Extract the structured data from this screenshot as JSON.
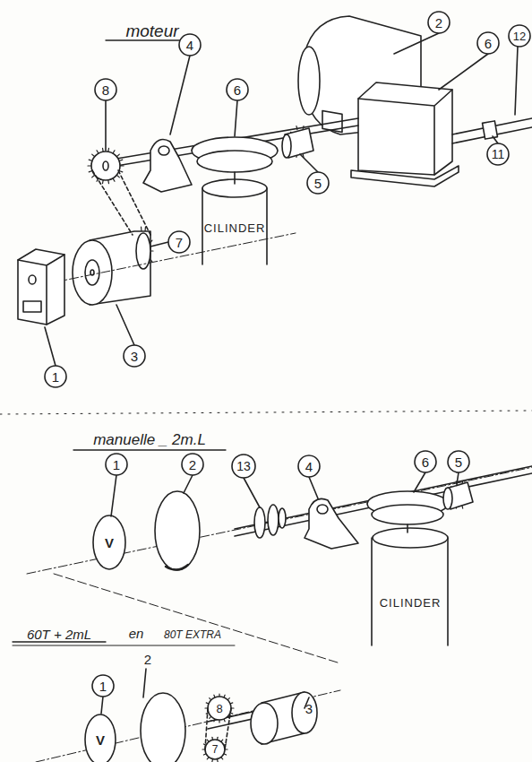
{
  "diagram": {
    "labels": [
      "moteur",
      "2",
      "6",
      "12",
      "8",
      "4",
      "6",
      "11",
      "5",
      "CILINDER",
      "7",
      "1",
      "3",
      "manuelle _ 2m.L",
      "1",
      "2",
      "13",
      "4",
      "6",
      "5",
      "V",
      "CILINDER",
      "60T + 2mL",
      "en",
      "80T EXTRA",
      "1",
      "2",
      "8",
      "7",
      "3",
      "V"
    ]
  }
}
